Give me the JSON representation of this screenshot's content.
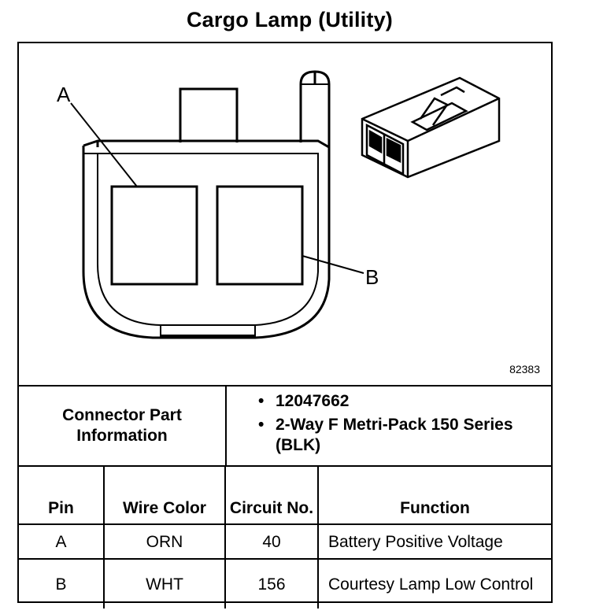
{
  "title": "Cargo Lamp (Utility)",
  "figure": {
    "label_a": "A",
    "label_b": "B",
    "figure_number": "82383"
  },
  "connector_info": {
    "heading": "Connector Part Information",
    "items": [
      "12047662",
      "2-Way F Metri-Pack 150 Series (BLK)"
    ]
  },
  "table": {
    "headers": {
      "pin": "Pin",
      "wire_color": "Wire Color",
      "circuit_no": "Circuit No.",
      "function": "Function"
    },
    "rows": [
      {
        "pin": "A",
        "wire_color": "ORN",
        "circuit_no": "40",
        "function": "Battery Positive Voltage"
      },
      {
        "pin": "B",
        "wire_color": "WHT",
        "circuit_no": "156",
        "function": "Courtesy Lamp Low Control"
      }
    ]
  }
}
